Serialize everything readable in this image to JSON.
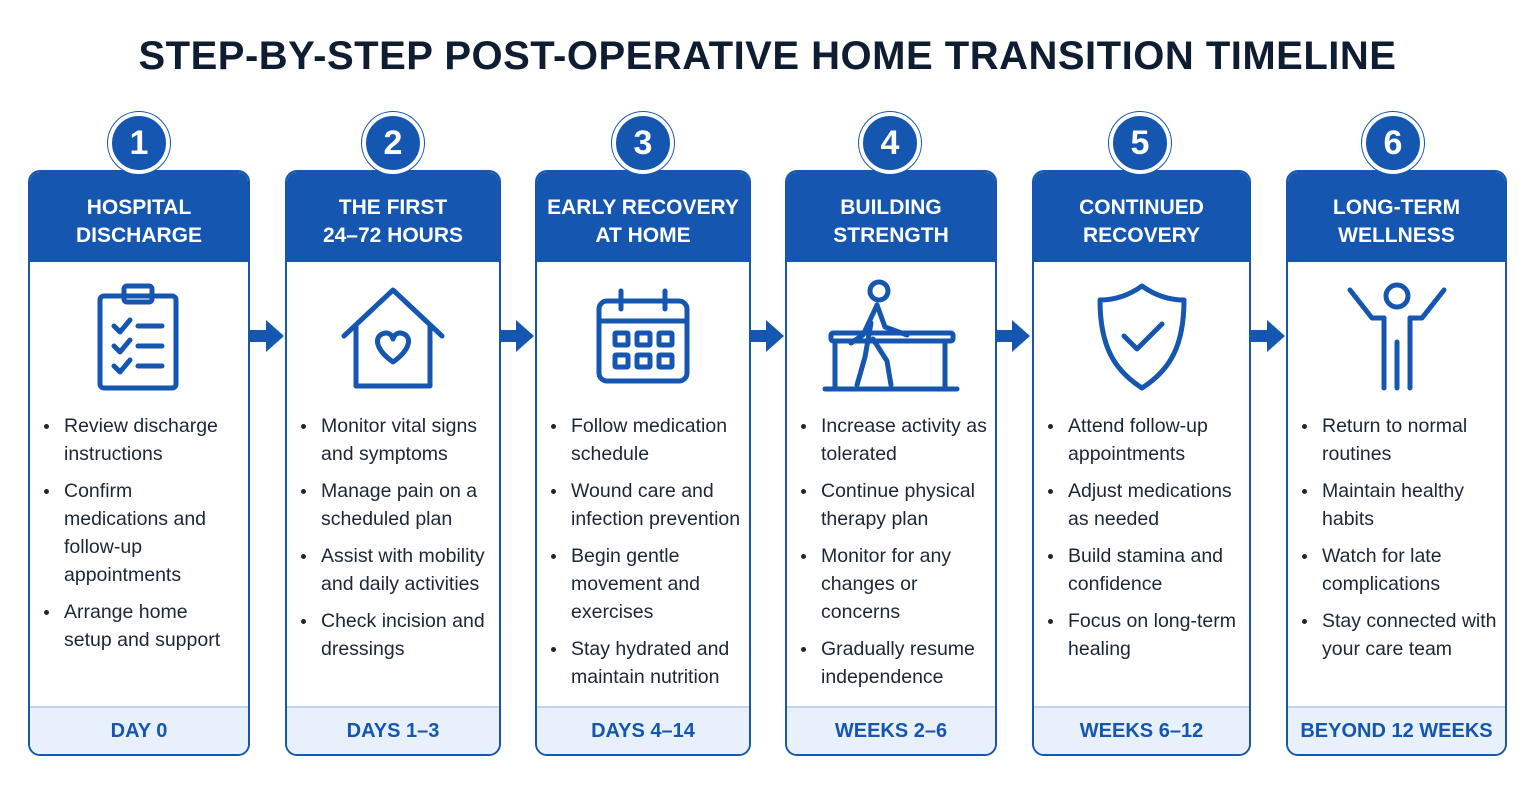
{
  "title": "STEP-BY-STEP POST-OPERATIVE HOME TRANSITION TIMELINE",
  "colors": {
    "accent": "#1456b0",
    "text": "#1c2735",
    "footer_bg": "#e8f0fb"
  },
  "steps": [
    {
      "number": "1",
      "title_lines": [
        "HOSPITAL",
        "DISCHARGE"
      ],
      "icon": "clipboard-checklist-icon",
      "bullets": [
        "Review discharge instructions",
        "Confirm medications and follow-up appointments",
        "Arrange home setup and support"
      ],
      "timeframe": "DAY 0"
    },
    {
      "number": "2",
      "title_lines": [
        "THE FIRST",
        "24–72 HOURS"
      ],
      "icon": "house-heart-icon",
      "bullets": [
        "Monitor vital signs and symptoms",
        "Manage pain on a scheduled plan",
        "Assist with mobility and daily activities",
        "Check incision and dressings"
      ],
      "timeframe": "DAYS 1–3"
    },
    {
      "number": "3",
      "title_lines": [
        "EARLY RECOVERY",
        "AT HOME"
      ],
      "icon": "calendar-icon",
      "bullets": [
        "Follow medication schedule",
        "Wound care and infection prevention",
        "Begin gentle movement and exercises",
        "Stay hydrated and maintain nutrition"
      ],
      "timeframe": "DAYS 4–14"
    },
    {
      "number": "4",
      "title_lines": [
        "BUILDING",
        "STRENGTH"
      ],
      "icon": "walking-parallel-bars-icon",
      "bullets": [
        "Increase activity as tolerated",
        "Continue physical therapy plan",
        "Monitor for any changes or concerns",
        "Gradually resume independence"
      ],
      "timeframe": "WEEKS 2–6"
    },
    {
      "number": "5",
      "title_lines": [
        "CONTINUED",
        "RECOVERY"
      ],
      "icon": "shield-check-icon",
      "bullets": [
        "Attend follow-up appointments",
        "Adjust medications as needed",
        "Build stamina and confidence",
        "Focus on long-term healing"
      ],
      "timeframe": "WEEKS 6–12"
    },
    {
      "number": "6",
      "title_lines": [
        "LONG-TERM",
        "WELLNESS"
      ],
      "icon": "person-arms-raised-icon",
      "bullets": [
        "Return to normal routines",
        "Maintain healthy habits",
        "Watch for late complications",
        "Stay connected with your care team"
      ],
      "timeframe": "BEYOND 12 WEEKS"
    }
  ]
}
